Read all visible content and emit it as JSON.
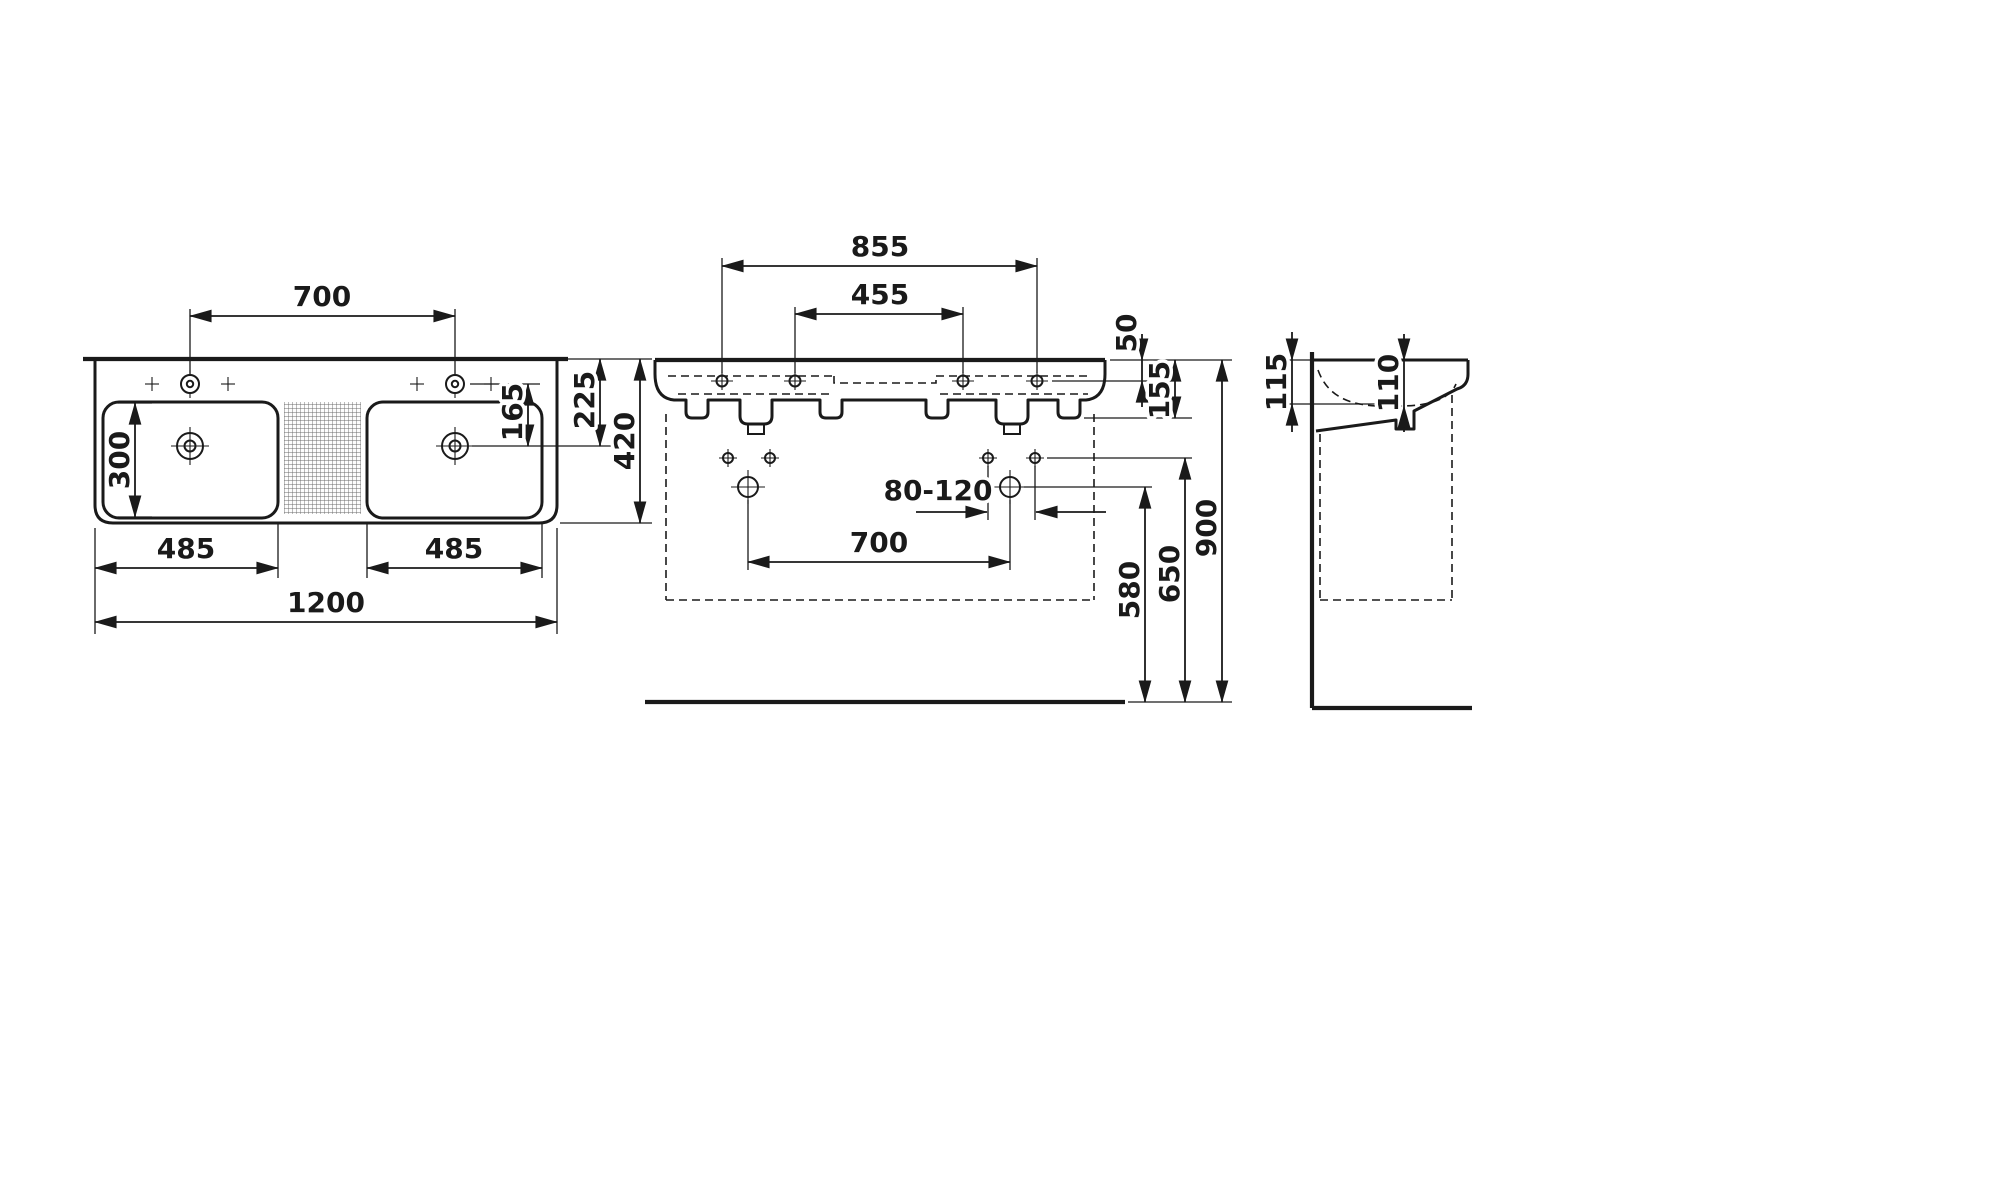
{
  "colors": {
    "background": "#ffffff",
    "line": "#1a1a1a"
  },
  "views": {
    "plan": {
      "name": "top view",
      "dims": {
        "tap_spacing": "700",
        "bowl_depth": "300",
        "tap_to_drain": "165",
        "back_to_drain": "225",
        "overall_depth": "420",
        "left_bowl_width": "485",
        "right_bowl_width": "485",
        "overall_width": "1200"
      }
    },
    "front": {
      "name": "front view",
      "dims": {
        "outer_tap_spacing": "855",
        "inner_tap_spacing": "455",
        "tap_offset": "50",
        "apron_height": "155",
        "fixing_range": "80-120",
        "fixing_spacing": "700",
        "outlet_height": "580",
        "fixing_height": "650",
        "rim_height": "900"
      }
    },
    "side": {
      "name": "side view",
      "dims": {
        "front_height": "115",
        "bowl_inner_depth": "110"
      }
    }
  }
}
